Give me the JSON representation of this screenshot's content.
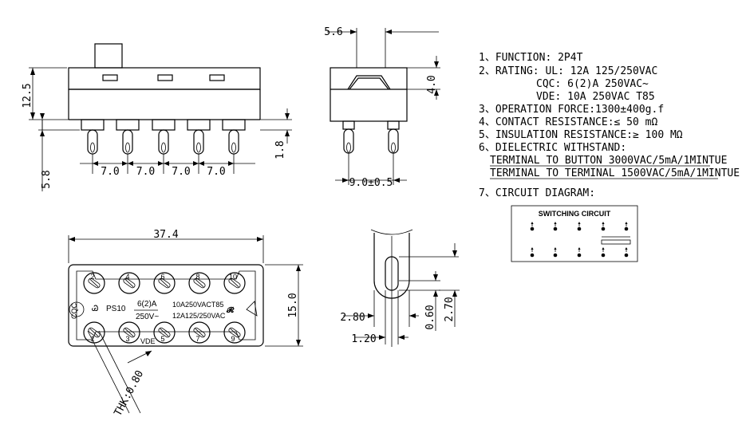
{
  "front_view": {
    "dim_height": "12.5",
    "dim_base": "5.8",
    "dim_pin_len": "1.8",
    "pitch": [
      "7.0",
      "7.0",
      "7.0",
      "7.0"
    ]
  },
  "side_view": {
    "dim_top": "5.6",
    "dim_knob": "4.0",
    "dim_pin_spacing": "9.0±0.5"
  },
  "top_view": {
    "dim_width": "37.4",
    "dim_depth": "15.0",
    "thickness": "THK:0.80",
    "pins_top": [
      "2",
      "4",
      "6",
      "8",
      "10"
    ],
    "pins_bottom": [
      "1",
      "3",
      "5",
      "7",
      "9"
    ],
    "marking": {
      "model": "PS10",
      "rating_cqc_1": "6(2)A",
      "rating_cqc_2": "250V~",
      "rating_vde": "10A250VACT85",
      "rating_ul": "12A125/250VAC",
      "mark_cqc": "CQC",
      "mark_vde": "VDE"
    }
  },
  "pin_detail": {
    "dim_280": "2.80",
    "dim_120": "1.20",
    "dim_060": "0.60",
    "dim_270": "2.70"
  },
  "specs": {
    "function": "1、FUNCTION:   2P4T",
    "rating_ul": "2、RATING:   UL: 12A 125/250VAC",
    "rating_cqc": "CQC: 6(2)A 250VAC~",
    "rating_vde": "VDE:  10A 250VAC T85",
    "force": "3、OPERATION FORCE:1300±400g.f",
    "contact": "4、CONTACT RESISTANCE:≤ 50 mΩ",
    "insulation": "5、INSULATION RESISTANCE:≥ 100 MΩ",
    "dielectric": "6、DIELECTRIC WITHSTAND:",
    "dielectric_1": "TERMINAL TO BUTTON 3000VAC/5mA/1MINTUE",
    "dielectric_2": "TERMINAL TO TERMINAL 1500VAC/5mA/1MINTUE",
    "circuit": "7、CIRCUIT DIAGRAM:"
  },
  "circuit_diagram": {
    "title": "SWITCHING CIRCUIT"
  }
}
